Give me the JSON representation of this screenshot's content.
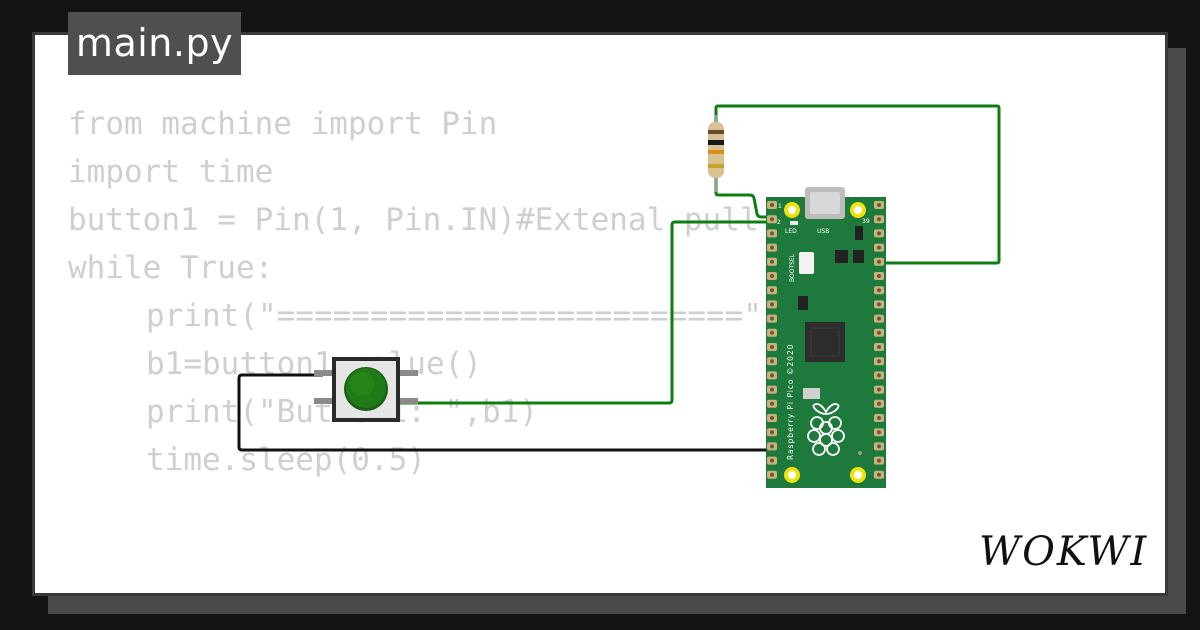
{
  "editor": {
    "filename": "main.py",
    "code_lines": [
      {
        "text": "from machine import Pin",
        "indent": false
      },
      {
        "text": "import time",
        "indent": false
      },
      {
        "text": "button1 = Pin(1, Pin.IN)#Extenal pull",
        "indent": false
      },
      {
        "text": "while True:",
        "indent": false
      },
      {
        "text": "print(\"=========================\")",
        "indent": true
      },
      {
        "text": "b1=button1.value()",
        "indent": true
      },
      {
        "text": "print(\"Button1: \",b1)",
        "indent": true
      },
      {
        "text": "time.sleep(0.5)",
        "indent": true
      }
    ]
  },
  "board": {
    "silkscreen_name": "Raspberry Pi Pico ©2020",
    "label_led": "LED",
    "label_usb": "USB",
    "label_bootsel": "BOOTSEL",
    "pin_label_1": "1",
    "pin_label_2": "2",
    "pin_label_39": "39"
  },
  "brand": {
    "logo_text": "WOKWI"
  },
  "colors": {
    "background": "#141414",
    "card": "#ffffff",
    "code_text": "#cfcfcf",
    "board_green": "#1e7a3c",
    "wire_green": "#0f7d12",
    "wire_black": "#111111",
    "button_cap": "#2a8a1c"
  },
  "icons": [
    "raspberry-pi-logo-icon",
    "usb-port-icon",
    "resistor-icon",
    "pushbutton-icon"
  ]
}
